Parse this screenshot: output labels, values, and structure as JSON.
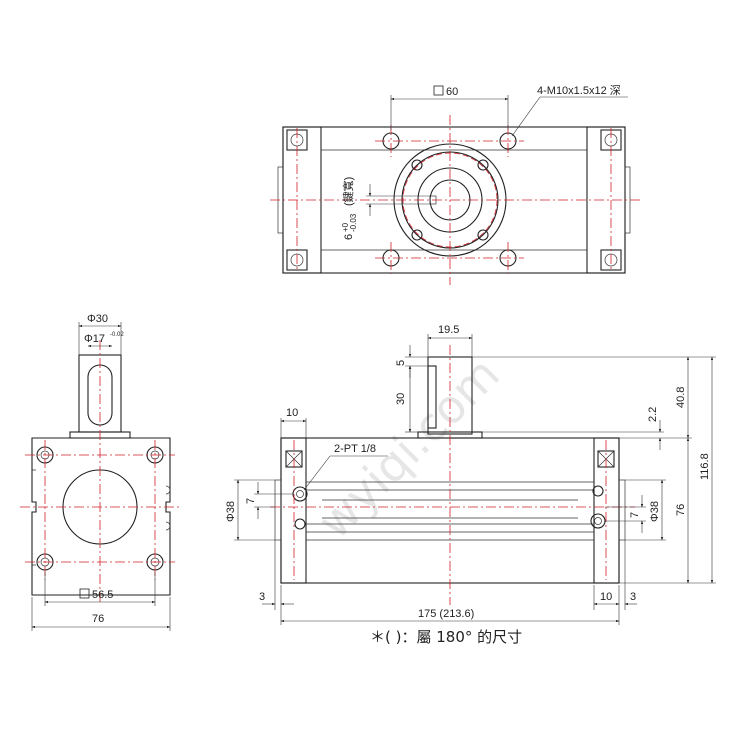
{
  "watermark": "wyiqi.com",
  "top_view": {
    "dim_square": "60",
    "thread_callout": "4-M10x1.5x12 深",
    "keyway_label": "(鍵寬)",
    "keyway_value": "6",
    "keyway_tol_upper": "+0",
    "keyway_tol_lower": "-0.03"
  },
  "side_view": {
    "dia_outer": "Φ30",
    "dia_inner": "Φ17",
    "dia_inner_tol": "-0.02",
    "dim_square": "56.5",
    "width": "76"
  },
  "front_view": {
    "shaft_width": "19.5",
    "dim_5": "5",
    "dim_30": "30",
    "dim_10_left": "10",
    "port_callout": "2-PT 1/8",
    "dim_2_2": "2.2",
    "dim_40_8": "40.8",
    "dim_116_8": "116.8",
    "dim_76": "76",
    "dia_38_left": "Φ38",
    "dia_38_right": "Φ38",
    "dim_7_left": "7",
    "dim_7_right": "7",
    "dim_3_left": "3",
    "dim_3_right": "3",
    "dim_10_right": "10",
    "length": "175 (213.6)"
  },
  "footnote": "＊( )：屬 180° 的尺寸"
}
